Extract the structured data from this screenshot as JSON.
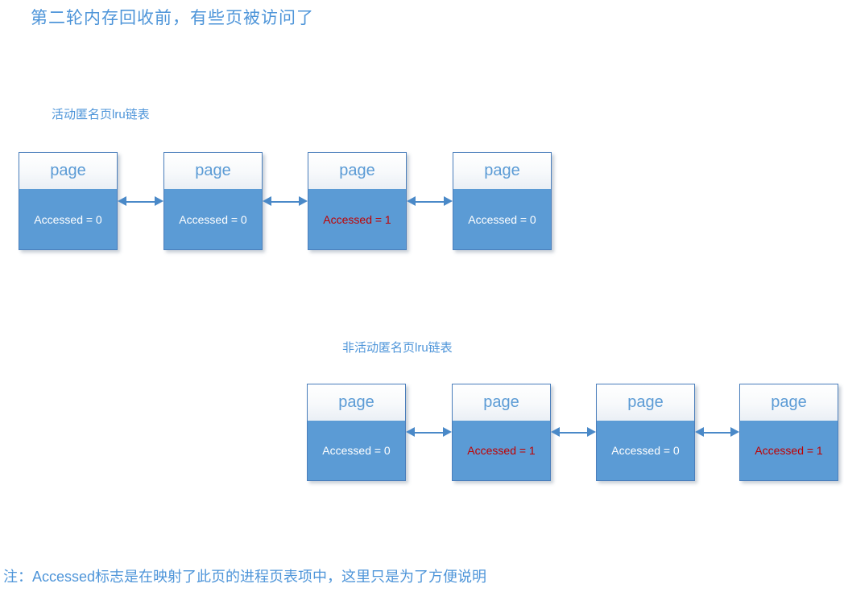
{
  "title": "第二轮内存回收前，有些页被访问了",
  "footnote": "注：Accessed标志是在映射了此页的进程页表项中，这里只是为了方便说明",
  "colors": {
    "accent_blue": "#5b9bd5",
    "box_border": "#4a7ebb",
    "arrow_blue": "#4a89c8",
    "status_normal_text": "#ffffff",
    "status_accessed_text": "#c00000",
    "heading_text": "#4e95d9"
  },
  "lists": [
    {
      "label": "活动匿名页lru链表",
      "pages": [
        {
          "title": "page",
          "status": "Accessed = 0",
          "color": "#ffffff"
        },
        {
          "title": "page",
          "status": "Accessed = 0",
          "color": "#ffffff"
        },
        {
          "title": "page",
          "status": "Accessed = 1",
          "color": "#c00000"
        },
        {
          "title": "page",
          "status": "Accessed = 0",
          "color": "#ffffff"
        }
      ]
    },
    {
      "label": "非活动匿名页lru链表",
      "pages": [
        {
          "title": "page",
          "status": "Accessed = 0",
          "color": "#ffffff"
        },
        {
          "title": "page",
          "status": "Accessed = 1",
          "color": "#c00000"
        },
        {
          "title": "page",
          "status": "Accessed = 0",
          "color": "#ffffff"
        },
        {
          "title": "page",
          "status": "Accessed = 1",
          "color": "#c00000"
        }
      ]
    }
  ]
}
